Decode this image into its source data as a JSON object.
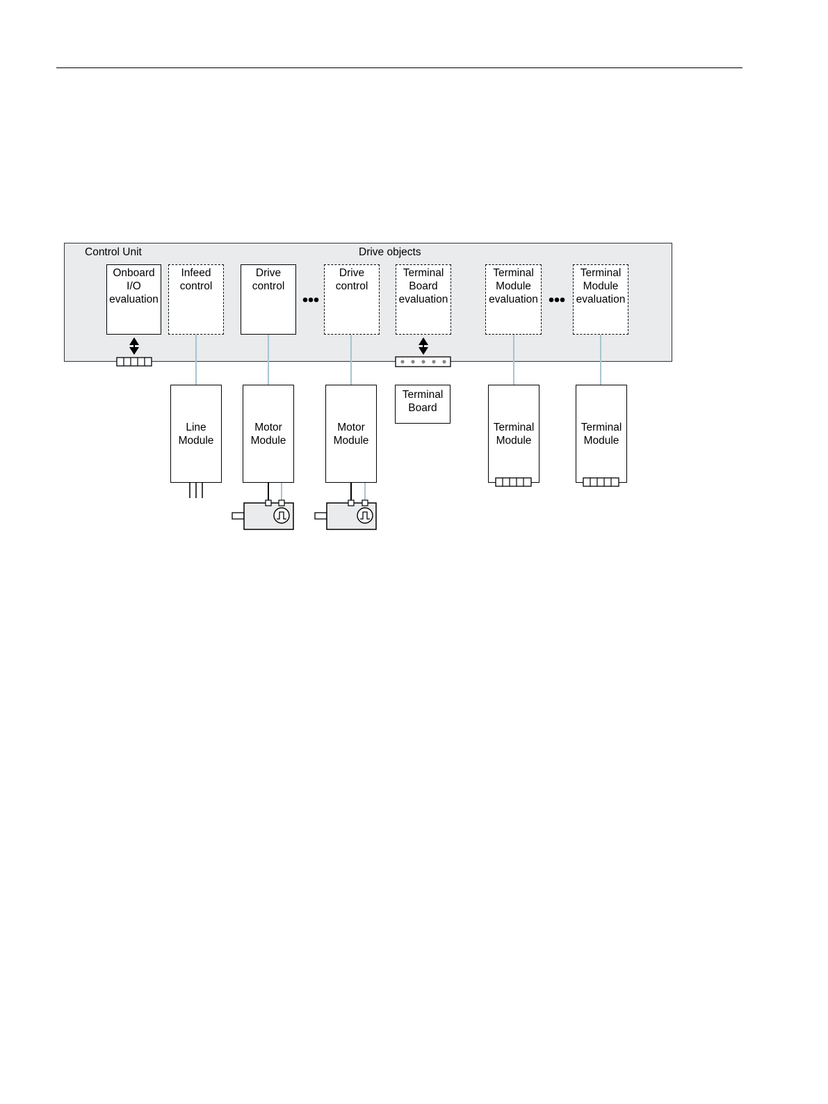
{
  "control_unit": {
    "label": "Control Unit",
    "drive_objects_label": "Drive objects"
  },
  "functions": [
    {
      "id": "onboard-io",
      "label": "Onboard\nI/O\nevaluation",
      "style": "solid"
    },
    {
      "id": "infeed-control",
      "label": "Infeed\ncontrol",
      "style": "dashed"
    },
    {
      "id": "drive-control-1",
      "label": "Drive\ncontrol",
      "style": "solid"
    },
    {
      "id": "drive-control-2",
      "label": "Drive\ncontrol",
      "style": "dashed"
    },
    {
      "id": "terminal-board-eval",
      "label": "Terminal\nBoard\nevaluation",
      "style": "dashed"
    },
    {
      "id": "terminal-module-eval-1",
      "label": "Terminal\nModule\nevaluation",
      "style": "dashed"
    },
    {
      "id": "terminal-module-eval-2",
      "label": "Terminal\nModule\nevaluation",
      "style": "dashed"
    }
  ],
  "hardware": [
    {
      "id": "line-module",
      "label": "Line\nModule"
    },
    {
      "id": "motor-module-1",
      "label": "Motor\nModule"
    },
    {
      "id": "motor-module-2",
      "label": "Motor\nModule"
    },
    {
      "id": "terminal-board",
      "label": "Terminal\nBoard"
    },
    {
      "id": "terminal-module-1",
      "label": "Terminal\nModule"
    },
    {
      "id": "terminal-module-2",
      "label": "Terminal\nModule"
    }
  ],
  "colors": {
    "control_unit_bg": "#e9ebed",
    "drive_cliq_line": "#a7c4d3",
    "motor_bg": "#e9ebed",
    "border": "#000000"
  },
  "icons": [
    "ellipsis-icon",
    "bidirectional-arrow-icon",
    "terminal-strip-icon",
    "motor-icon",
    "encoder-icon",
    "power-terminals-icon"
  ]
}
